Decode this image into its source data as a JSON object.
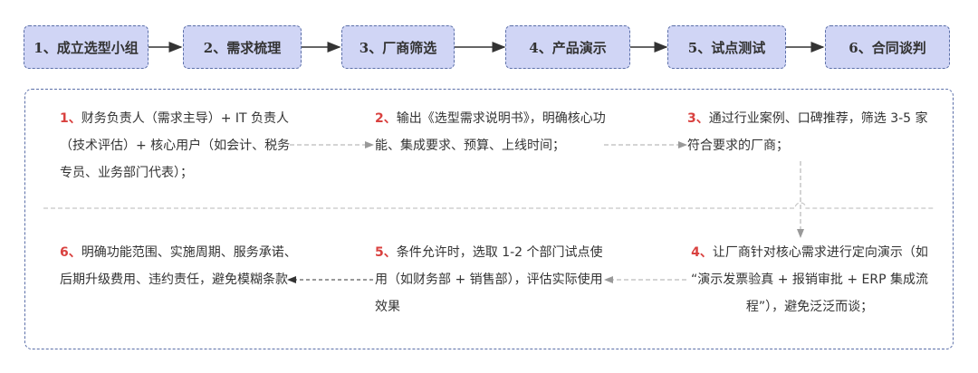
{
  "steps": [
    {
      "label": "1、成立选型小组"
    },
    {
      "label": "2、需求梳理"
    },
    {
      "label": "3、厂商筛选"
    },
    {
      "label": "4、产品演示"
    },
    {
      "label": "5、试点测试"
    },
    {
      "label": "6、合同谈判"
    }
  ],
  "details": [
    {
      "num": "1、",
      "text": "财务负责人（需求主导）+ IT 负责人（技术评估）+ 核心用户（如会计、税务专员、业务部门代表）；"
    },
    {
      "num": "2、",
      "text": "输出《选型需求说明书》，明确核心功能、集成要求、预算、上线时间；"
    },
    {
      "num": "3、",
      "text": "通过行业案例、口碑推荐，筛选 3-5 家符合要求的厂商；"
    },
    {
      "num": "4、",
      "text": "让厂商针对核心需求进行定向演示（如 “演示发票验真 + 报销审批 + ERP 集成流程”），避免泛泛而谈；"
    },
    {
      "num": "5、",
      "text": "条件允许时，选取 1-2 个部门试点使用（如财务部 + 销售部），评估实际使用效果"
    },
    {
      "num": "6、",
      "text": "明确功能范围、实施周期、服务承诺、后期升级费用、违约责任，避免模糊条款"
    }
  ],
  "colors": {
    "box_fill": "#d0d5f5",
    "box_border": "#5b6fa8",
    "number_red": "#d9413f"
  }
}
